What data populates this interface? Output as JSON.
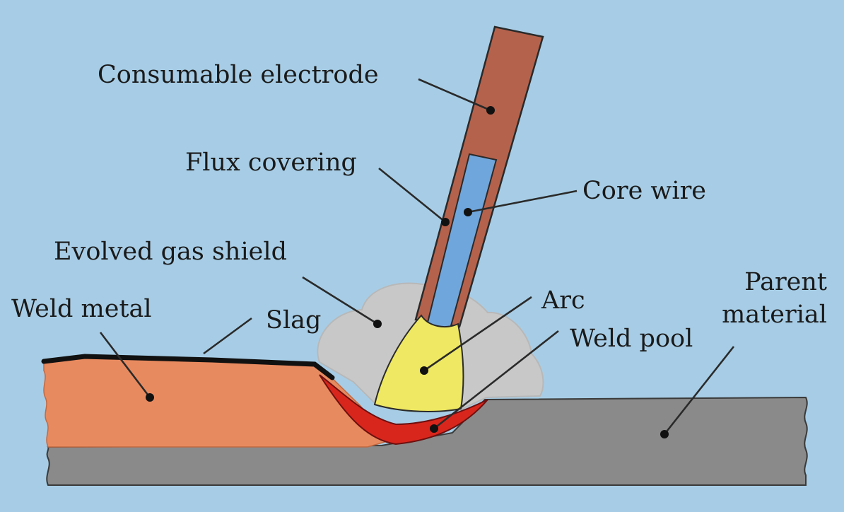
{
  "labels": {
    "consumable_electrode": "Consumable electrode",
    "flux_covering": "Flux covering",
    "core_wire": "Core wire",
    "evolved_gas_shield": "Evolved gas shield",
    "weld_metal": "Weld metal",
    "slag": "Slag",
    "arc": "Arc",
    "weld_pool": "Weld pool",
    "parent_material_line1": "Parent",
    "parent_material_line2": "material"
  },
  "colors": {
    "background": "#a7cde6",
    "electrode_flux": "#b5624c",
    "core_wire": "#6fa6dc",
    "arc": "#eee862",
    "weld_pool": "#d9261c",
    "weld_metal": "#e88a5f",
    "slag": "#111111",
    "parent_material": "#8a8a8a",
    "gas_shield": "#c8c8c8"
  }
}
